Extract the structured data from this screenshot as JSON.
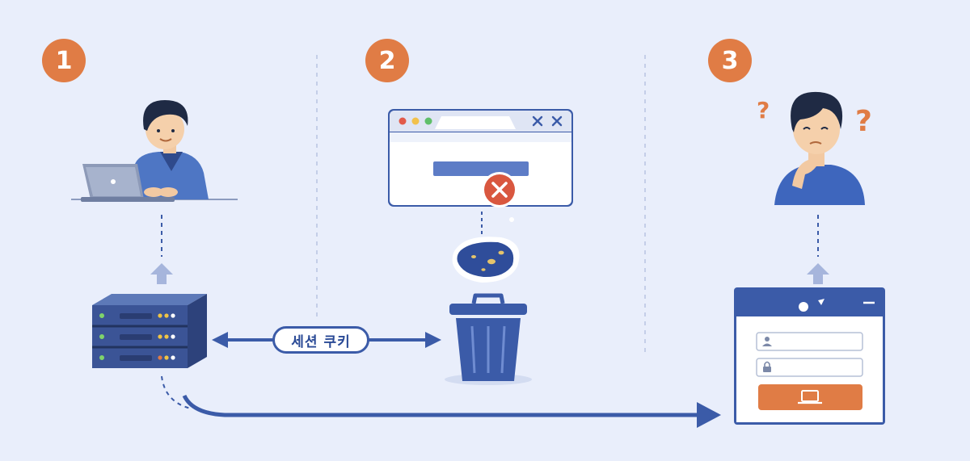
{
  "steps": [
    {
      "number": "1"
    },
    {
      "number": "2"
    },
    {
      "number": "3"
    }
  ],
  "session_cookie_label": "세션 쿠키",
  "question_marks": [
    "?",
    "?"
  ],
  "colors": {
    "background": "#e9eefb",
    "primary_blue": "#3b5ba8",
    "accent_orange": "#e07c45",
    "error_red": "#d9573f"
  },
  "icons": [
    "user-laptop-icon",
    "server-icon",
    "browser-window-icon",
    "error-x-icon",
    "cookie-icon",
    "trash-can-icon",
    "confused-user-icon",
    "login-form-icon",
    "user-field-icon",
    "lock-field-icon"
  ]
}
